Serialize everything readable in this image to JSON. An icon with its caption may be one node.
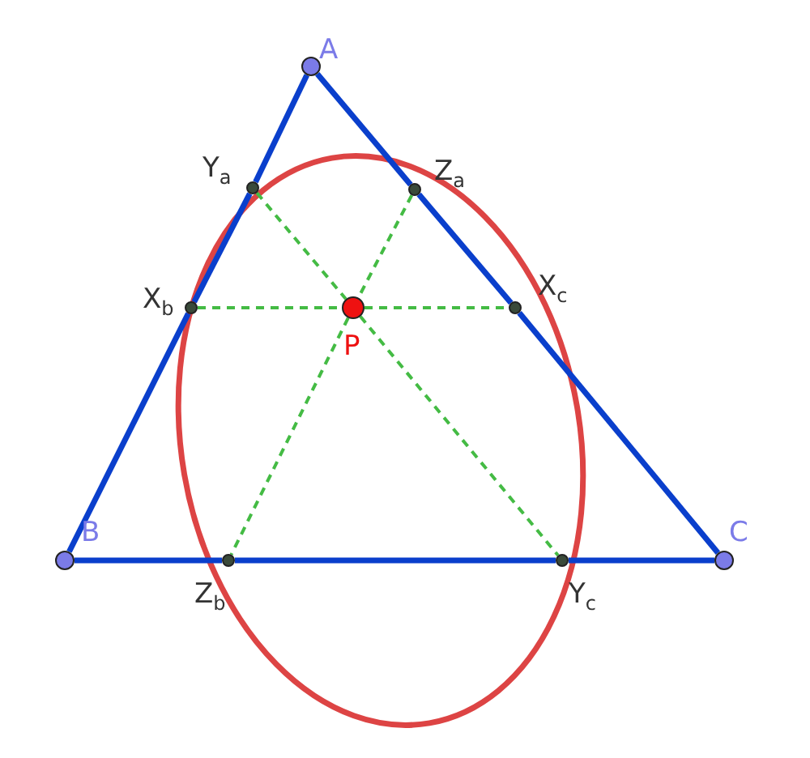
{
  "diagram": {
    "nodes": [
      {
        "text": [],
        "shape": "circle",
        "beside": [
          "A"
        ]
      },
      {
        "text": [],
        "shape": "circle",
        "beside": [
          "Y$_{a}$"
        ]
      },
      {
        "text": [],
        "shape": "circle",
        "beside": [
          "Z$_{a}$"
        ]
      },
      {
        "text": [],
        "shape": "circle",
        "beside": [
          "X$_{b}$"
        ]
      },
      {
        "text": [],
        "shape": "circle",
        "beside": [
          "P"
        ]
      },
      {
        "text": [],
        "shape": "circle",
        "beside": [
          "X$_{c}$"
        ]
      },
      {
        "text": [],
        "shape": "circle",
        "beside": [
          "B"
        ]
      },
      {
        "text": [],
        "shape": "circle",
        "beside": [
          "Z$_{b}$"
        ]
      },
      {
        "text": [],
        "shape": "circle",
        "beside": [
          "Y$_{c}$"
        ]
      },
      {
        "text": [],
        "shape": "circle",
        "beside": [
          "C"
        ]
      }
    ],
    "edges": [
      {
        "from": 0,
        "to": 1,
        "arrow": "none"
      },
      {
        "from": 1,
        "to": 3,
        "arrow": "none"
      },
      {
        "from": 3,
        "to": 6,
        "arrow": "none"
      },
      {
        "from": 6,
        "to": 7,
        "arrow": "none"
      },
      {
        "from": 7,
        "to": 8,
        "arrow": "none"
      },
      {
        "from": 8,
        "to": 9,
        "arrow": "none"
      },
      {
        "from": 9,
        "to": 5,
        "arrow": "none"
      },
      {
        "from": 5,
        "to": 2,
        "arrow": "none"
      },
      {
        "from": 2,
        "to": 0,
        "arrow": "none"
      },
      {
        "from": 3,
        "to": 4,
        "arrow": "none",
        "style": "dashed",
        "color": "#44bb44"
      },
      {
        "from": 4,
        "to": 5,
        "arrow": "none",
        "style": "dashed",
        "color": "#44bb44"
      },
      {
        "from": 1,
        "to": 4,
        "arrow": "none",
        "style": "dashed",
        "color": "#44bb44"
      },
      {
        "from": 4,
        "to": 8,
        "arrow": "none",
        "style": "dashed",
        "color": "#44bb44"
      },
      {
        "from": 2,
        "to": 4,
        "arrow": "none",
        "style": "dashed",
        "color": "#44bb44"
      },
      {
        "from": 4,
        "to": 7,
        "arrow": "none",
        "style": "dashed",
        "color": "#44bb44"
      }
    ]
  }
}
